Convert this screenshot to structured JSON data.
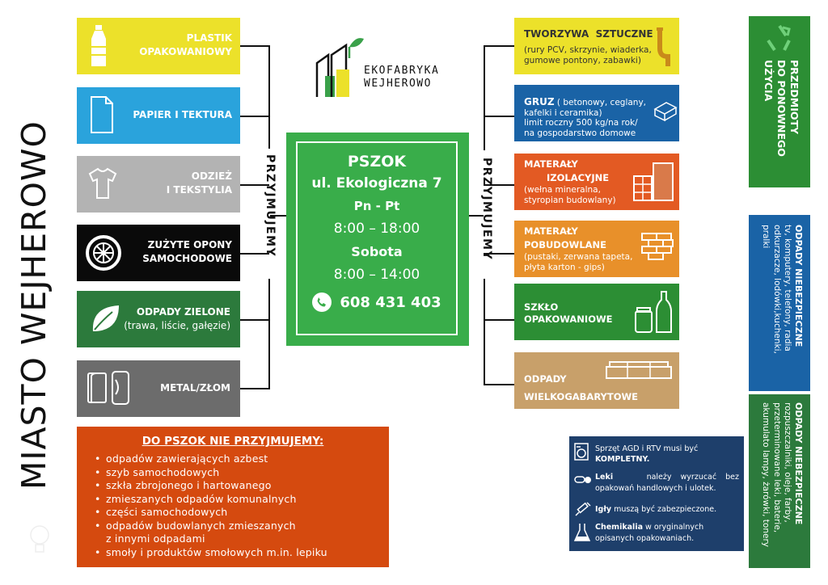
{
  "city_title": "MIASTO WEJHEROWO",
  "logo": {
    "line1": "EKOFABRYKA",
    "line2": "WEJHEROWO"
  },
  "accept_label": "PRZYJMUJEMY",
  "left_items": [
    {
      "line1": "PLASTIK",
      "line2": "OPAKOWANIOWY",
      "sub": "",
      "color": "#ece12a",
      "icon": "bottle-icon"
    },
    {
      "line1": "PAPIER I TEKTURA",
      "line2": "",
      "sub": "",
      "color": "#2aa3dc",
      "icon": "document-icon"
    },
    {
      "line1": "ODZIEŻ",
      "line2": "I TEKSTYLIA",
      "sub": "",
      "color": "#b3b3b3",
      "icon": "shirt-icon"
    },
    {
      "line1": "ZUŻYTE OPONY",
      "line2": "SAMOCHODOWE",
      "sub": "",
      "color": "#0a0a0a",
      "icon": "tire-icon"
    },
    {
      "line1": "ODPADY ZIELONE",
      "line2": "",
      "sub": "(trawa, liście, gałęzie)",
      "color": "#2c7a3c",
      "icon": "leaf-icon"
    },
    {
      "line1": "METAL/ZŁOM",
      "line2": "",
      "sub": "",
      "color": "#6c6c6c",
      "icon": "can-icon"
    }
  ],
  "center": {
    "title": "PSZOK",
    "address": "ul. Ekologiczna 7",
    "days1": "Pn - Pt",
    "hours1": "8:00 – 18:00",
    "days2": "Sobota",
    "hours2": "8:00 – 14:00",
    "phone": "608 431 403",
    "color": "#39ad4a"
  },
  "right_items": [
    {
      "title": "TWORZYWA  SZTUCZNE",
      "title2": "",
      "detail": "(rury PCV, skrzynie, wiaderka,",
      "detail2": "gumowe pontony, zabawki)",
      "detail3": "",
      "color": "#ece12a",
      "text_color": "#333",
      "icon": "pipe-icon"
    },
    {
      "title": "GRUZ",
      "title2": "",
      "detail": "( betonowy, ceglany,",
      "detail2": "kafelki i ceramika)",
      "detail3": "limit roczny 500 kg/na rok/",
      "detail4": "na gospodarstwo domowe",
      "color": "#1a63a6",
      "text_color": "#fff",
      "icon": "bricks-icon"
    },
    {
      "title": "MATERAŁY",
      "title2": "IZOLACYJNE",
      "detail": "(wełna mineralna,",
      "detail2": "styropian budowlany)",
      "detail3": "",
      "color": "#e35a23",
      "text_color": "#fff",
      "icon": "insulation-icon"
    },
    {
      "title": "MATERAŁY",
      "title2": "POBUDOWLANE",
      "detail": "(pustaki, zerwana tapeta,",
      "detail2": "płyta karton - gips)",
      "detail3": "",
      "color": "#e8902a",
      "text_color": "#fff",
      "icon": "wall-icon"
    },
    {
      "title": "SZKŁO",
      "title2": "OPAKOWANIOWE",
      "detail": "",
      "detail2": "",
      "detail3": "",
      "color": "#2c8e34",
      "text_color": "#fff",
      "icon": "jar-bottle-icon"
    },
    {
      "title": "ODPADY",
      "title2": "WIELKOGABARYTOWE",
      "detail": "",
      "detail2": "",
      "detail3": "",
      "color": "#c8a06a",
      "text_color": "#fff",
      "icon": "sofa-icon"
    }
  ],
  "reuse": {
    "line1": "PRZEDMIOTY",
    "line2": "DO  PONOWNEGO",
    "line3": "UŻYCIA",
    "color": "#2c8e34",
    "icon": "recycle-icon"
  },
  "hazard1": {
    "title": "ODPADY NIEBEZPIECZNE",
    "line1": "tv, komputery, telefony, radia",
    "line2": "odkurzacze, lodówki,kuchenki,",
    "line3": "pralki",
    "color": "#1a63a6"
  },
  "hazard2": {
    "title": "ODPADY NIEBEZPIECZNE",
    "line1": "rozpuszczalniki, oleje, farby,",
    "line2": "przeterminowane leki, baterie,",
    "line3": "akumulato lampy, żarówki, tonery",
    "color": "#2c7a3c"
  },
  "not_accepted": {
    "title": "DO PSZOK NIE PRZYJMUJEMY:",
    "items": [
      "odpadów zawierających azbest",
      "szyb samochodowych",
      "szkła zbrojonego i hartowanego",
      "zmieszanych odpadów komunalnych",
      "części samochodowych",
      "odpadów budowlanych zmieszanych",
      "z innymi odpadami",
      "smoły i produktów smołowych m.in. lepiku"
    ],
    "color": "#d54a0f"
  },
  "notes": {
    "color": "#1e3f6b",
    "agd_pre": "Sprzęt AGD i RTV musi być",
    "agd_bold": "KOMPLETNY.",
    "leki_bold": "Leki",
    "leki_rest": "należy wyrzucać bez",
    "leki_line2": "opakowań handlowych i ulotek.",
    "igly_bold": "Igły",
    "igly_rest": "muszą być  zabezpieczone.",
    "chem_bold": "Chemikalia",
    "chem_rest": "w oryginalnych",
    "chem_line2": "opisanych opakowaniach."
  }
}
